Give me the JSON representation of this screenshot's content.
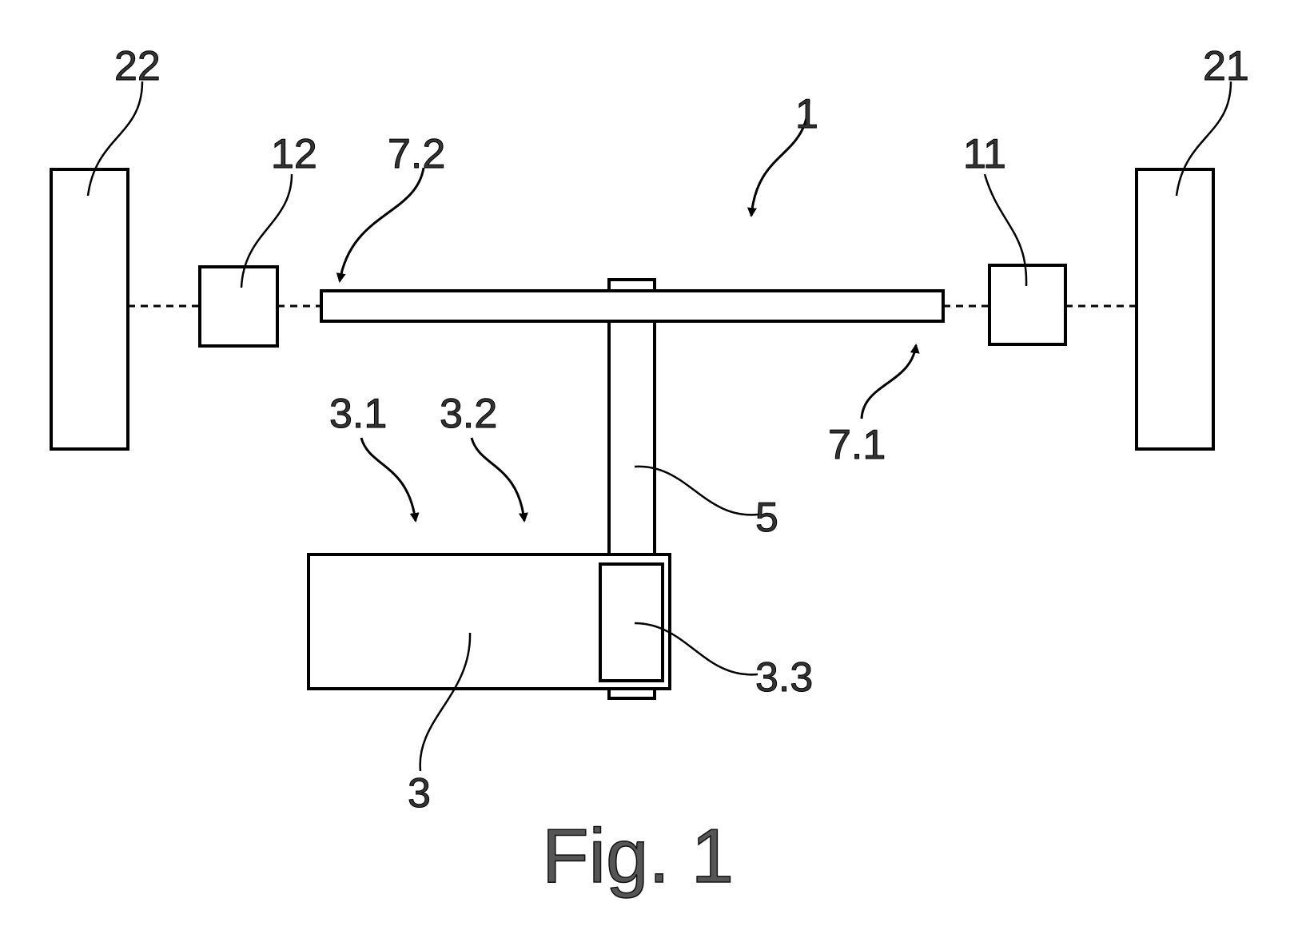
{
  "caption": "Fig. 1",
  "labels": {
    "system": "1",
    "wheel_right": "21",
    "wheel_left": "22",
    "unit_right": "11",
    "unit_left": "12",
    "axle_end_right": "7.1",
    "axle_end_left": "7.2",
    "shaft": "5",
    "drive_unit": "3",
    "drive_part_1": "3.1",
    "drive_part_2": "3.2",
    "drive_part_3": "3.3"
  }
}
